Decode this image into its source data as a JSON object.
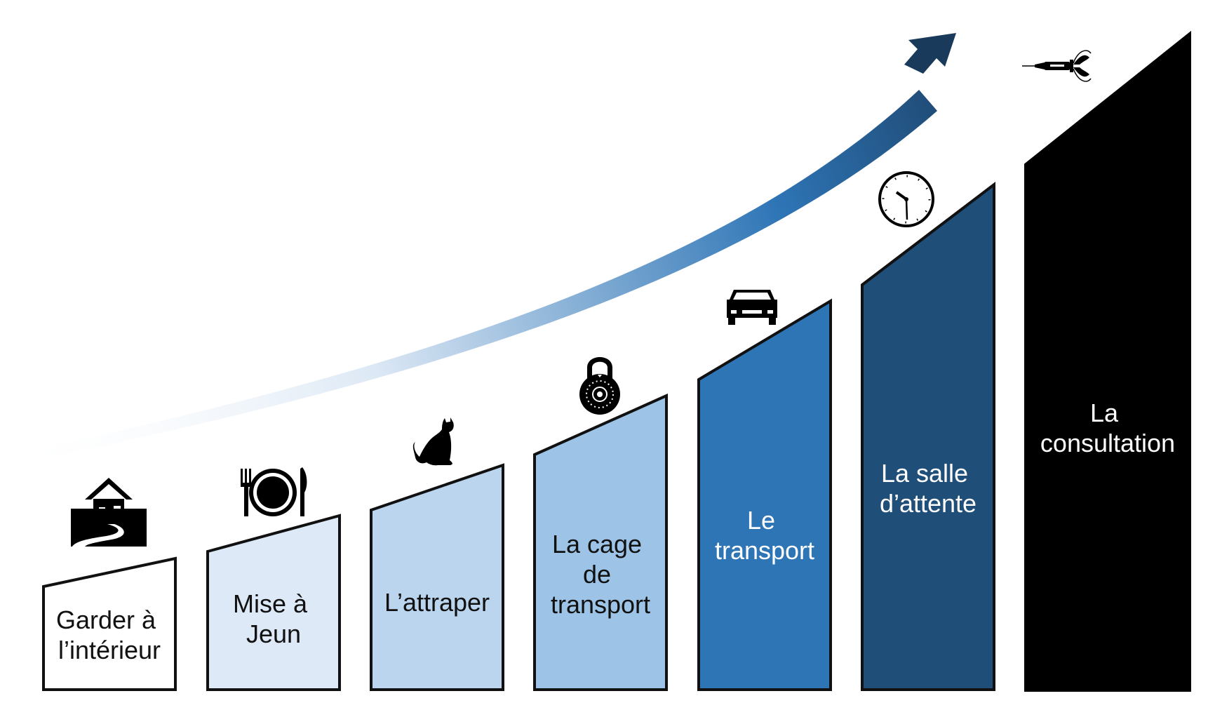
{
  "steps": [
    {
      "lines": [
        "Garder à",
        "l’intérieur"
      ],
      "fill": "#ffffff",
      "text_color": "#111111",
      "icon": "house-icon"
    },
    {
      "lines": [
        "Mise à",
        "Jeun"
      ],
      "fill": "#dde9f7",
      "text_color": "#111111",
      "icon": "plate-cutlery-icon"
    },
    {
      "lines": [
        "L’attraper"
      ],
      "fill": "#bcd5ee",
      "text_color": "#111111",
      "icon": "cat-icon"
    },
    {
      "lines": [
        "La cage",
        "de",
        "transport"
      ],
      "fill": "#9dc3e6",
      "text_color": "#111111",
      "icon": "padlock-icon"
    },
    {
      "lines": [
        "Le",
        "transport"
      ],
      "fill": "#2e75b6",
      "text_color": "#ffffff",
      "icon": "car-icon"
    },
    {
      "lines": [
        "La salle",
        "d’attente"
      ],
      "fill": "#1f4e79",
      "text_color": "#ffffff",
      "icon": "clock-icon"
    },
    {
      "lines": [
        "La",
        "consultation"
      ],
      "fill": "#000000",
      "text_color": "#ffffff",
      "icon": "syringe-icon"
    }
  ],
  "colors": {
    "arrow_start": "#ffffff",
    "arrow_mid": "#2e75b6",
    "arrow_end": "#1a3a5c",
    "outline": "#111111"
  }
}
